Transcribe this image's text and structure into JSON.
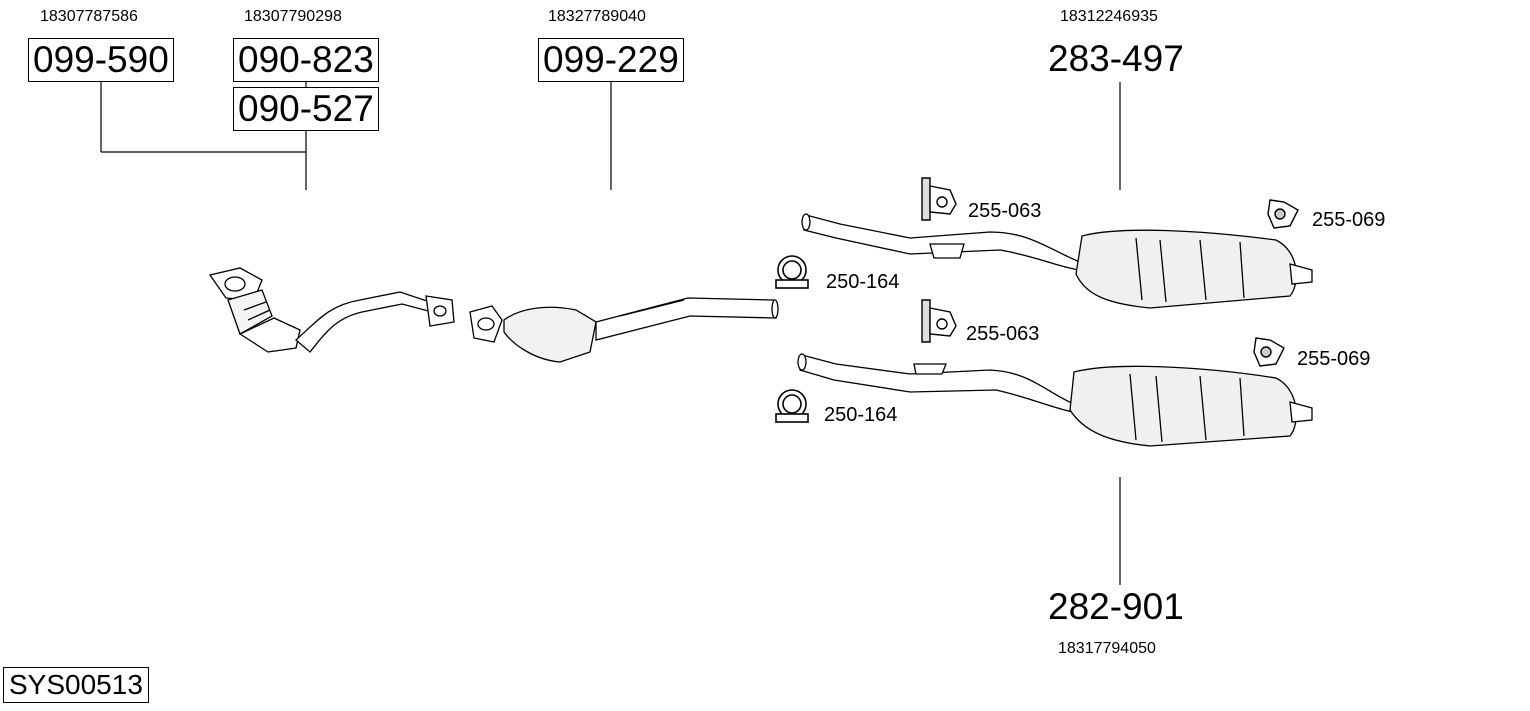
{
  "system_code": "SYS00513",
  "parts": [
    {
      "oe_number": "18307787586",
      "part_number": "099-590"
    },
    {
      "oe_number": "18307790298",
      "part_number": "090-823"
    },
    {
      "part_number": "090-527"
    },
    {
      "oe_number": "18327789040",
      "part_number": "099-229"
    },
    {
      "oe_number": "18312246935",
      "part_number": "283-497"
    },
    {
      "oe_number": "18317794050",
      "part_number": "282-901"
    }
  ],
  "accessories": [
    {
      "part_number": "255-063",
      "icon": "hanger-bracket-icon"
    },
    {
      "part_number": "255-069",
      "icon": "rubber-mount-icon"
    },
    {
      "part_number": "250-164",
      "icon": "pipe-clamp-icon"
    },
    {
      "part_number": "255-063",
      "icon": "hanger-bracket-icon"
    },
    {
      "part_number": "255-069",
      "icon": "rubber-mount-icon"
    },
    {
      "part_number": "250-164",
      "icon": "pipe-clamp-icon"
    }
  ]
}
